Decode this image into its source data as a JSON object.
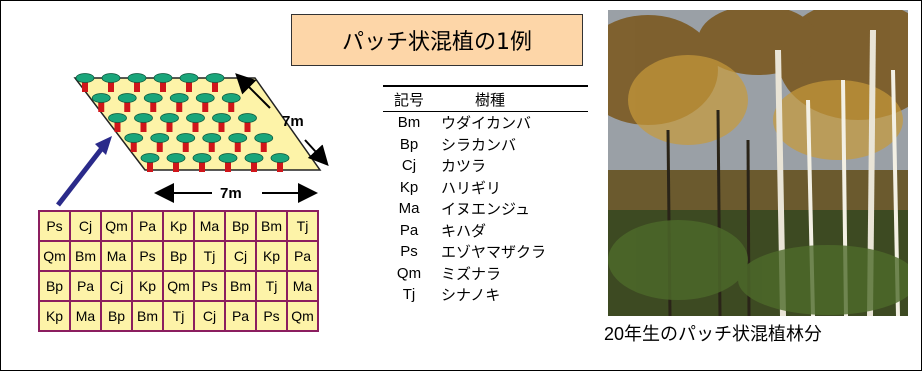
{
  "title": "パッチ状混植の1例",
  "dimensions": {
    "depth": "7m",
    "width": "7m"
  },
  "grid": [
    [
      "Ps",
      "Cj",
      "Qm",
      "Pa",
      "Kp",
      "Ma",
      "Bp",
      "Bm",
      "Tj"
    ],
    [
      "Qm",
      "Bm",
      "Ma",
      "Ps",
      "Bp",
      "Tj",
      "Cj",
      "Kp",
      "Pa"
    ],
    [
      "Bp",
      "Pa",
      "Cj",
      "Kp",
      "Qm",
      "Ps",
      "Bm",
      "Tj",
      "Ma"
    ],
    [
      "Kp",
      "Ma",
      "Bp",
      "Bm",
      "Tj",
      "Cj",
      "Pa",
      "Ps",
      "Qm"
    ]
  ],
  "species_table": {
    "header": {
      "code": "記号",
      "name": "樹種"
    },
    "rows": [
      {
        "code": "Bm",
        "name": "ウダイカンバ"
      },
      {
        "code": "Bp",
        "name": "シラカンバ"
      },
      {
        "code": "Cj",
        "name": "カツラ"
      },
      {
        "code": "Kp",
        "name": "ハリギリ"
      },
      {
        "code": "Ma",
        "name": "イヌエンジュ"
      },
      {
        "code": "Pa",
        "name": "キハダ"
      },
      {
        "code": "Ps",
        "name": "エゾヤマザクラ"
      },
      {
        "code": "Qm",
        "name": "ミズナラ"
      },
      {
        "code": "Tj",
        "name": "シナノキ"
      }
    ]
  },
  "photo_caption": "20年生のパッチ状混植林分",
  "colors": {
    "plot_fill": "#fdf3a8",
    "grid_border": "#8b1e5f",
    "tree_crown": "#1aa57a",
    "tree_trunk": "#d0151a",
    "arrow": "#2a2a8a",
    "title_bg": "#fdd6a8"
  },
  "icons": [
    "tree-icon",
    "arrow-icon",
    "forest-photo"
  ]
}
